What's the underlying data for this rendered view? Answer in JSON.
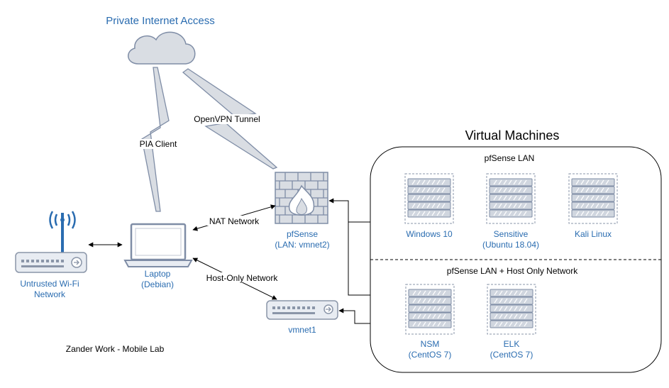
{
  "internet": {
    "label": "Private Internet Access"
  },
  "links": {
    "pia_client": "PIA Client",
    "openvpn": "OpenVPN Tunnel",
    "nat": "NAT Network",
    "host_only": "Host-Only Network"
  },
  "devices": {
    "wifi": {
      "line1": "Untrusted Wi-Fi",
      "line2": "Network"
    },
    "laptop": {
      "line1": "Laptop",
      "line2": "(Debian)"
    },
    "pfsense": {
      "line1": "pfSense",
      "line2": "(LAN: vmnet2)"
    },
    "vmnet1": {
      "label": "vmnet1"
    }
  },
  "vm_group": {
    "title": "Virtual Machines",
    "zone_lan": "pfSense LAN",
    "zone_lan_host": "pfSense LAN + Host Only Network",
    "servers": [
      {
        "line1": "Windows 10",
        "line2": ""
      },
      {
        "line1": "Sensitive",
        "line2": "(Ubuntu 18.04)"
      },
      {
        "line1": "Kali Linux",
        "line2": ""
      },
      {
        "line1": "NSM",
        "line2": "(CentOS 7)"
      },
      {
        "line1": "ELK",
        "line2": "(CentOS 7)"
      }
    ]
  },
  "footer": "Zander Work - Mobile Lab",
  "colors": {
    "accent": "#2a6cb0",
    "device_fill": "#e8ecf2",
    "device_stroke": "#8a95a8"
  }
}
